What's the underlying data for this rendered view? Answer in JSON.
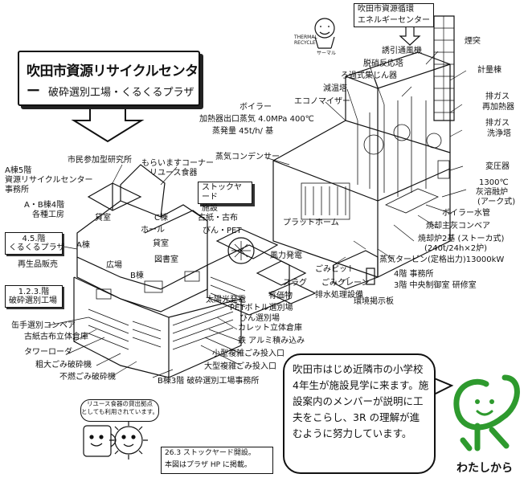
{
  "title": {
    "main": "吹田市資源リサイクルセンター",
    "sub": "破砕選別工場・くるくるプラザ"
  },
  "energy_center": {
    "line1": "吹田市資源循環",
    "line2": "エネルギーセンター"
  },
  "mascot": {
    "caption_top": "THERMAL RECYCLE",
    "name": "サーマル"
  },
  "stockyard": {
    "line1": "ストックヤード",
    "line2": "施設"
  },
  "floors": {
    "f45_line1": "4.5.階",
    "f45_line2": "くるくるプラザ",
    "f123_line1": "1.2.3.階",
    "f123_line2": "破砕選別工場"
  },
  "plaza_labels": {
    "a5": "A棟5階",
    "center_office_1": "資源リサイクルセンター",
    "center_office_2": "事務所",
    "ab4_1": "A・B棟4階",
    "ab4_2": "各種工房",
    "research": "市民参加型研究所",
    "moraimasu": "もらいますコーナー",
    "reuse": "リユース食器",
    "kashishitsu": "貸室",
    "c_tou": "C棟",
    "hall": "ホール",
    "a_tou": "A棟",
    "kashishitsu2": "貸室",
    "library": "図書室",
    "hiroba": "広場",
    "b_tou": "B棟",
    "saisei": "再生品販売"
  },
  "plant_labels": {
    "kanyou": "缶手選別コンベア",
    "koshi_soko": "古紙古布立体倉庫",
    "tower": "タワーローダ",
    "sodai": "粗大ごみ破砕機",
    "funen": "不燃ごみ破砕機",
    "bin_sorting": "びん選別場",
    "cullet": "カレット立体倉庫",
    "iron_al": "鉄 アルミ積み込み",
    "small_in": "小型複雑ごみ投入口",
    "large_in": "大型複雑ごみ投入口",
    "b3_office": "B棟3階 破砕選別工場事務所",
    "koshi_kofu": "古紙・古布",
    "bin_pet": "びん・PET",
    "solar": "太陽光発電",
    "pet_storage": "PETボトル選別場",
    "wind": "風力発電",
    "slag": "スラグ",
    "yuka": "有価物"
  },
  "incinerator_labels": {
    "chimney": "煙突",
    "induced_fan": "誘引通風機",
    "denitration": "脱硝反応塔",
    "bag_filter": "ろ過式集じん器",
    "cooling": "減温塔",
    "economizer": "エコノマイザー",
    "boiler": "ボイラー",
    "boiler_spec1": "加熱器出口蒸気 4.0MPa 400℃",
    "boiler_spec2": "蒸発量 45t/h/ 基",
    "condenser": "蒸気コンデンサー",
    "meter": "計量棟",
    "reheater_1": "排ガス",
    "reheater_2": "再加熱器",
    "scrubber_1": "排ガス",
    "scrubber_2": "洗浄塔",
    "transformer": "変圧器",
    "melting_1": "1300℃",
    "melting_2": "灰溶融炉",
    "melting_3": "(アーク式)",
    "boiler_tube": "ボイラー水管",
    "ash_conveyor": "焼却主灰コンベア",
    "furnace_1": "焼却炉2基 (ストーカ式)",
    "furnace_2": "(240t/24h×2炉)",
    "turbine": "蒸気タービン(定格出力)13000kW",
    "platform": "プラットホーム",
    "pit": "ごみピット",
    "crane": "ごみクレーン",
    "drainage": "排水処理設備",
    "office4": "4階 事務所",
    "control3": "3階 中央制御室 研修室",
    "display": "環境掲示板"
  },
  "bubble_text": "吹田市はじめ近隣市の小学校4年生が施設見学に来ます。施設案内のメンバーが説明に工夫をこらし、3R の理解が進むように努力しています。",
  "reuse_note": {
    "line1": "リユース食器の貸出拠点",
    "line2": "としても利用されています。"
  },
  "notice": {
    "line1": "26.3 ストックヤード開設。",
    "line2": "本図はプラザ HP に掲載。"
  },
  "logo_text": "わたしから",
  "colors": {
    "logo_green": "#2e9a2e",
    "ink": "#111111"
  }
}
